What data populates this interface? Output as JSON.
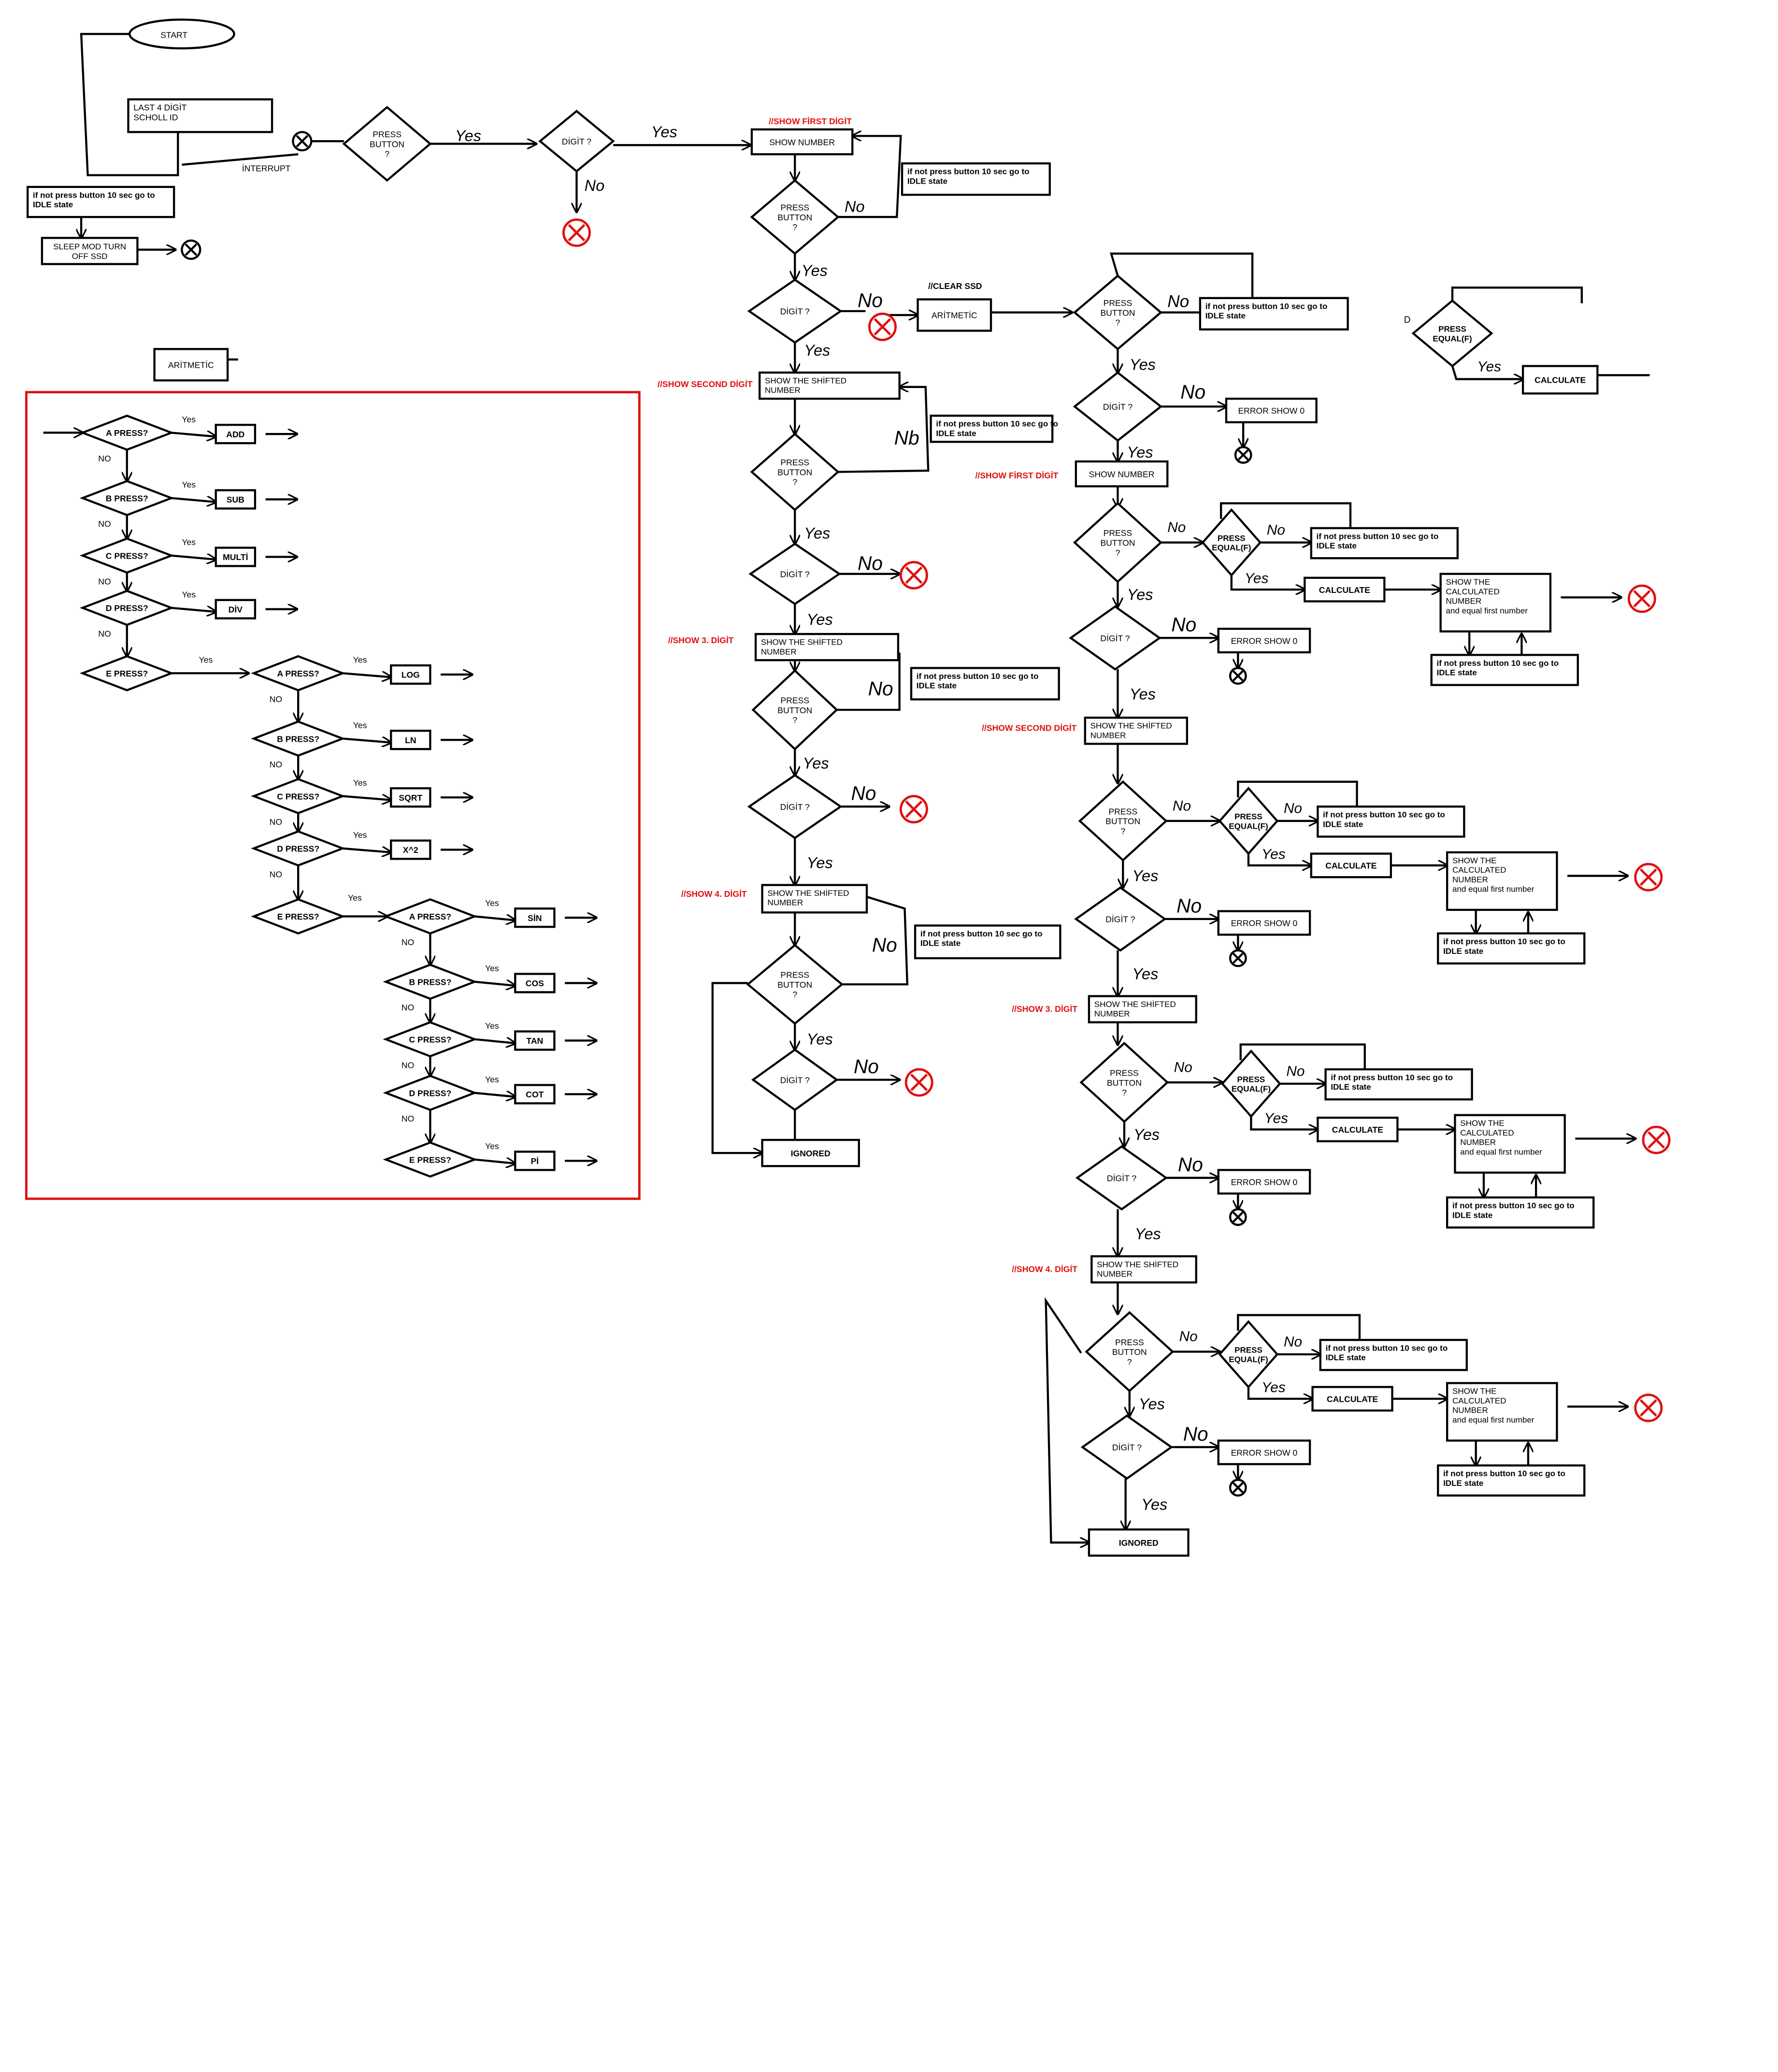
{
  "chart_data": {
    "type": "flowchart",
    "title": "",
    "nodes": {
      "start": "START",
      "last4": "LAST 4 DİGİT SCHOLL ID",
      "interrupt": "İNTERRUPT",
      "idle_note": "if not press button 10 sec go to IDLE state",
      "sleep": "SLEEP MOD TURN OFF SSD",
      "press_button": "PRESS BUTTON ?",
      "digit": "DİGİT ?",
      "show_number": "SHOW NUMBER",
      "show_shifted": "SHOW THE SHİFTED NUMBER",
      "aritmetic": "ARİTMETİC",
      "clear_ssd": "//CLEAR SSD",
      "ignored": "IGNORED",
      "error_show_0": "ERROR SHOW 0",
      "press_equal": "PRESS EQUAL(F)",
      "calculate": "CALCULATE",
      "show_calculated": "SHOW THE CALCULATED NUMBER",
      "equal_first": "and equal first number"
    },
    "section_labels": {
      "first": "//SHOW FİRST DİGİT",
      "second": "//SHOW SECOND DİGİT",
      "third": "//SHOW 3. DİGİT",
      "fourth": "//SHOW 4. DİGİT"
    },
    "edge_labels": {
      "yes": "Yes",
      "no": "No",
      "no_upper": "NO",
      "small_d": "D"
    },
    "arithmetic_tree": {
      "level1": [
        {
          "cond": "A PRESS?",
          "op": "ADD"
        },
        {
          "cond": "B PRESS?",
          "op": "SUB"
        },
        {
          "cond": "C PRESS?",
          "op": "MULTİ"
        },
        {
          "cond": "D PRESS?",
          "op": "DİV"
        },
        {
          "cond": "E PRESS?",
          "op": ""
        }
      ],
      "level2": [
        {
          "cond": "A PRESS?",
          "op": "LOG"
        },
        {
          "cond": "B PRESS?",
          "op": "LN"
        },
        {
          "cond": "C PRESS?",
          "op": "SQRT"
        },
        {
          "cond": "D PRESS?",
          "op": "X^2"
        },
        {
          "cond": "E PRESS?",
          "op": ""
        }
      ],
      "level3": [
        {
          "cond": "A PRESS?",
          "op": "SİN"
        },
        {
          "cond": "B PRESS?",
          "op": "COS"
        },
        {
          "cond": "C PRESS?",
          "op": "TAN"
        },
        {
          "cond": "D PRESS?",
          "op": "COT"
        },
        {
          "cond": "E PRESS?",
          "op": "Pİ"
        }
      ]
    }
  },
  "colors": {
    "ink": "#000000",
    "accent": "#e01010",
    "frame": "#e01010"
  }
}
